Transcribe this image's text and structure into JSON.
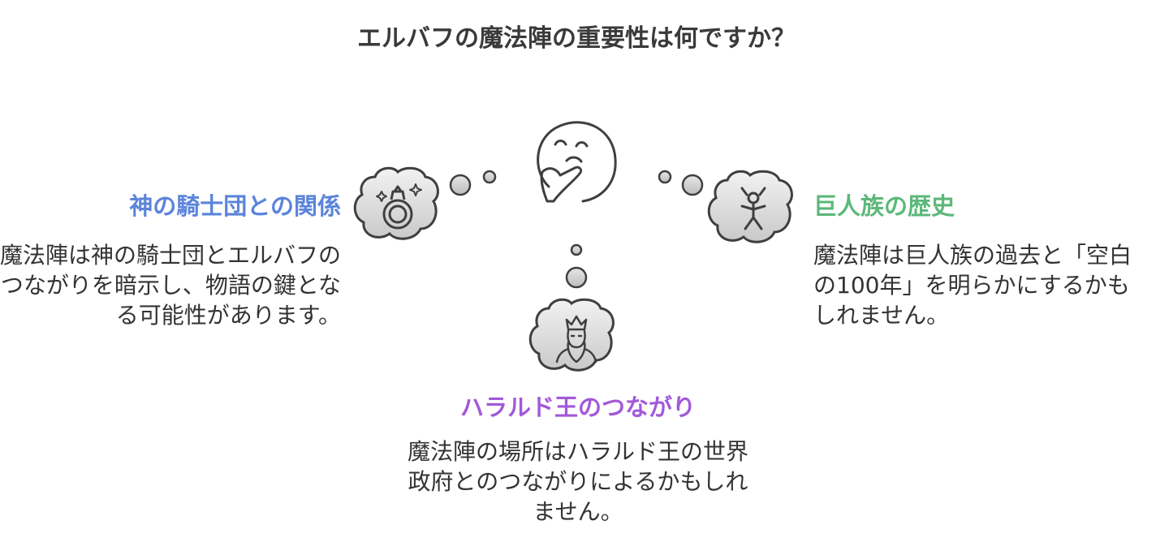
{
  "title": "エルバフの魔法陣の重要性は何ですか？",
  "colors": {
    "knights": "#5b84db",
    "giants": "#5cb87a",
    "harald": "#a259d9",
    "text": "#333333",
    "icon_stroke": "#3f3f3f"
  },
  "nodes": {
    "knights": {
      "heading": "神の騎士団との関係",
      "description": "魔法陣は神の騎士団とエルバフのつながりを暗示し、物語の鍵となる可能性があります。",
      "icon": "ring-icon"
    },
    "giants": {
      "heading": "巨人族の歴史",
      "description": "魔法陣は巨人族の過去と「空白の100年」を明らかにするかもしれません。",
      "icon": "horned-figure-icon"
    },
    "harald": {
      "heading": "ハラルド王のつながり",
      "description": "魔法陣の場所はハラルド王の世界政府とのつながりによるかもしれません。",
      "icon": "king-icon"
    },
    "center": {
      "icon": "thinking-face-icon"
    }
  }
}
